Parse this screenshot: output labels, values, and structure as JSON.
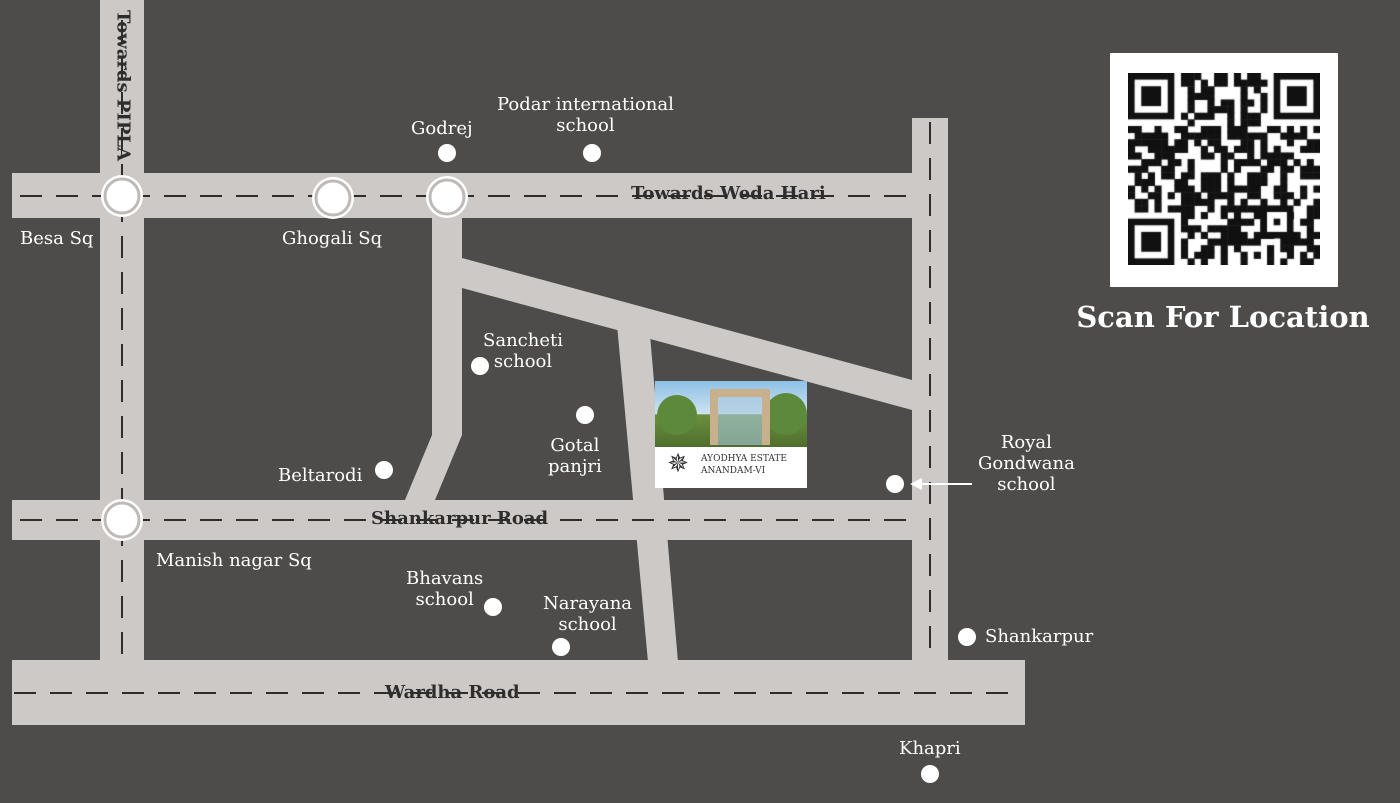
{
  "map": {
    "roads": {
      "top": "Towards Weda Hari",
      "left": "Towards PIPLA",
      "middle": "Shankarpur Road",
      "bottom": "Wardha Road"
    },
    "squares": [
      "Besa Sq",
      "Ghogali Sq",
      "Manish nagar Sq"
    ],
    "landmarks": {
      "godrej": "Godrej",
      "podar": [
        "Podar international",
        "school"
      ],
      "sancheti": [
        "Sancheti",
        "school"
      ],
      "gotal": [
        "Gotal",
        "panjri"
      ],
      "beltarodi": "Beltarodi",
      "royal": [
        "Royal",
        "Gondwana",
        "school"
      ],
      "bhavans": [
        "Bhavans",
        "school"
      ],
      "narayana": [
        "Narayana",
        "school"
      ],
      "shankarpur": "Shankarpur",
      "khapri": "Khapri"
    },
    "project": {
      "name": "AYODHYA ESTATE",
      "sub": "ANANDAM-VI"
    }
  },
  "qr": {
    "caption": "Scan For Location"
  },
  "colors": {
    "background": "#4d4c4b",
    "road": "#cdc9c6",
    "dash": "#2e2d2c"
  }
}
